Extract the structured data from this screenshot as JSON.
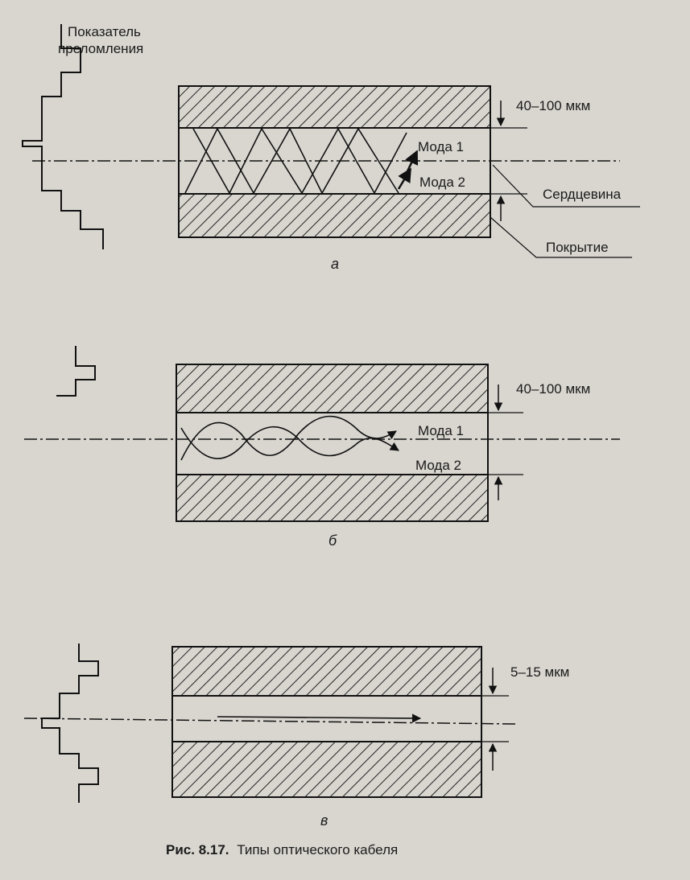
{
  "labels": {
    "refraction_index": [
      "Показатель",
      "преломления"
    ],
    "core": "Сердцевина",
    "cladding": "Покрытие"
  },
  "panels": [
    {
      "letter": "а",
      "dimension": "40–100 мкм",
      "modes": [
        "Мода 1",
        "Мода 2"
      ]
    },
    {
      "letter": "б",
      "dimension": "40–100 мкм",
      "modes": [
        "Мода 1",
        "Мода 2"
      ]
    },
    {
      "letter": "в",
      "dimension": "5–15 мкм",
      "modes": []
    }
  ],
  "caption": {
    "number": "Рис. 8.17.",
    "text": "Типы оптического кабеля"
  }
}
